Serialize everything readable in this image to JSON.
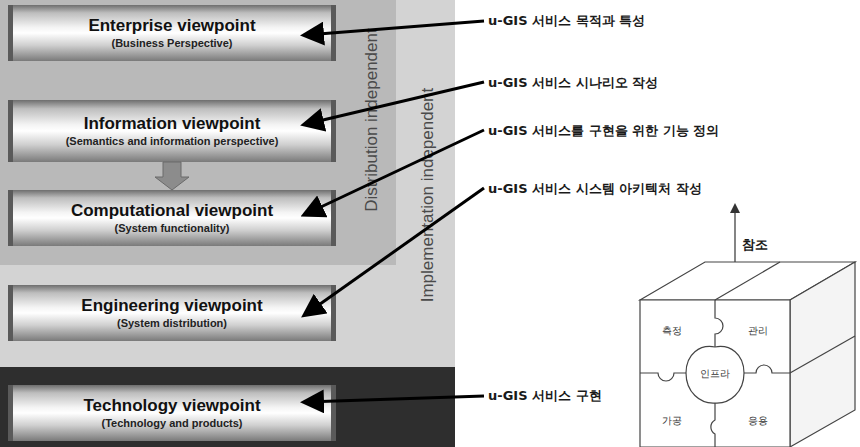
{
  "diagram": {
    "nodes": [
      {
        "text": [
          "Implementation independent"
        ]
      },
      {
        "text": [
          "Distribution independent"
        ],
        "in": 0
      },
      {
        "text": [
          "Enterprise viewpoint",
          "(Business Perspective)"
        ],
        "in": 1
      },
      {
        "text": [
          "Information viewpoint",
          "(Semantics and information perspective)"
        ],
        "in": 1
      },
      {
        "text": [
          "Computational viewpoint",
          "(System functionality)"
        ],
        "in": 1
      },
      {
        "text": [
          "Engineering viewpoint",
          "(System distribution)"
        ],
        "in": 0
      },
      {
        "text": [
          "Technology viewpoint",
          "(Technology and products)"
        ]
      }
    ],
    "edges": [
      {
        "from": 3,
        "to": 4,
        "arrow": "to"
      }
    ],
    "labels": [
      "u-GIS 서비스 목적과 특성",
      "u-GIS 서비스 시나리오 작성",
      "u-GIS 서비스를 구현을 위한 기능 정의",
      "u-GIS 서비스 시스템 아키텍처 작성",
      "참조",
      "u-GIS 서비스 구현",
      "측정",
      "관리",
      "인프라",
      "가공",
      "응용"
    ]
  }
}
